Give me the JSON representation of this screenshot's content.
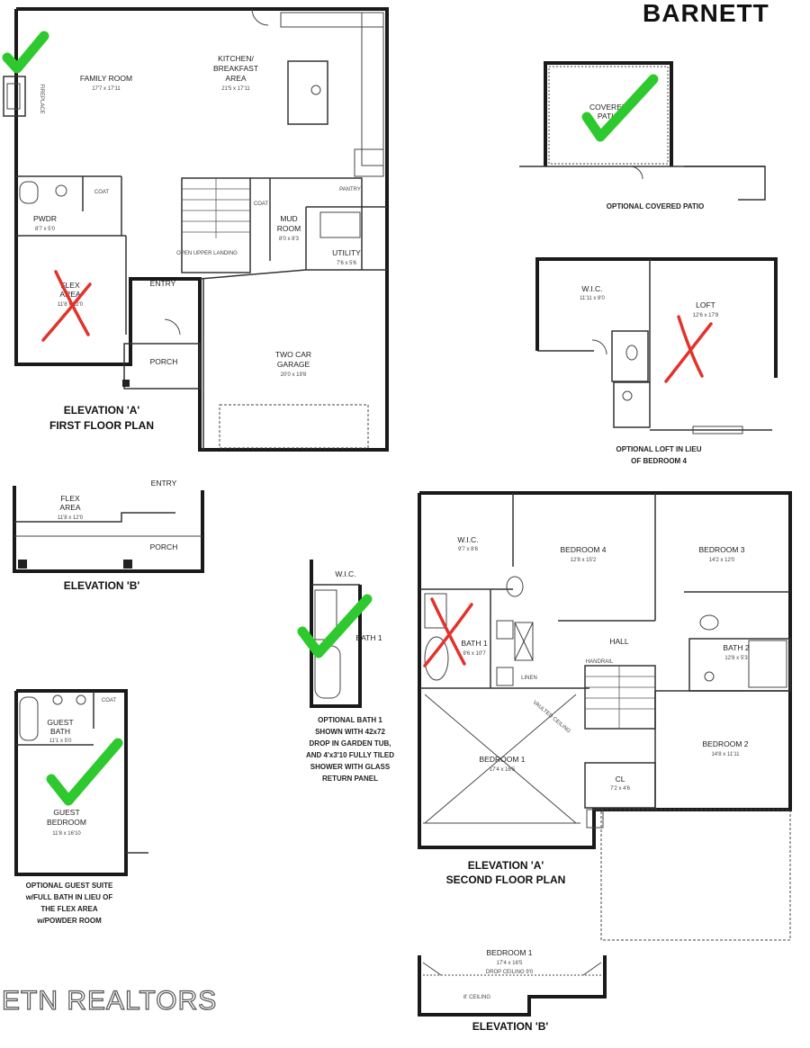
{
  "title": "BARNETT",
  "watermark": "ETN REALTORS",
  "first_floor": {
    "caption_line1": "ELEVATION 'A'",
    "caption_line2": "FIRST FLOOR PLAN",
    "rooms": {
      "family_room": "FAMILY ROOM",
      "family_room_dim": "17'7 x 17'11",
      "fireplace": "FIREPLACE",
      "kitchen_line1": "KITCHEN/",
      "kitchen_line2": "BREAKFAST",
      "kitchen_line3": "AREA",
      "kitchen_dim": "21'5 x 17'11",
      "closet": "COAT",
      "pwdr": "PWDR",
      "pwdr_dim": "8'7 x 5'0",
      "flex_line1": "FLEX",
      "flex_line2": "AREA",
      "flex_dim": "11'8 x 12'0",
      "entry": "ENTRY",
      "open_landing": "OPEN UPPER LANDING",
      "coat2": "COAT",
      "mud_line1": "MUD",
      "mud_line2": "ROOM",
      "mud_dim": "8'0 x 8'3",
      "pantry": "PANTRY",
      "utility": "UTILITY",
      "utility_dim": "7'6 x 5'6",
      "porch": "PORCH",
      "garage_line1": "TWO CAR",
      "garage_line2": "GARAGE",
      "garage_dim": "20'0 x 19'8"
    }
  },
  "covered_patio": {
    "label_line1": "COVERED",
    "label_line2": "PATIO",
    "caption": "OPTIONAL COVERED PATIO"
  },
  "loft_option": {
    "wic": "W.I.C.",
    "wic_dim": "11'11 x 8'0",
    "loft": "LOFT",
    "loft_dim": "12'6 x 17'8",
    "caption_line1": "OPTIONAL LOFT IN LIEU",
    "caption_line2": "OF BEDROOM 4"
  },
  "elevation_b_first": {
    "entry": "ENTRY",
    "flex_line1": "FLEX",
    "flex_line2": "AREA",
    "flex_dim": "11'8 x 12'0",
    "porch": "PORCH",
    "caption": "ELEVATION 'B'"
  },
  "bath_option": {
    "wic": "W.I.C.",
    "bath": "BATH 1",
    "caption_line1": "OPTIONAL BATH 1",
    "caption_line2": "SHOWN WITH 42x72",
    "caption_line3": "DROP IN GARDEN TUB,",
    "caption_line4": "AND 4'x3'10 FULLY TILED",
    "caption_line5": "SHOWER WITH GLASS",
    "caption_line6": "RETURN PANEL"
  },
  "guest_suite": {
    "coat": "COAT",
    "bath_line1": "GUEST",
    "bath_line2": "BATH",
    "bath_dim": "11'1 x 5'0",
    "bedroom_line1": "GUEST",
    "bedroom_line2": "BEDROOM",
    "bedroom_dim": "11'8 x 16'10",
    "caption_line1": "OPTIONAL GUEST SUITE",
    "caption_line2": "w/FULL BATH IN LIEU OF",
    "caption_line3": "THE FLEX AREA",
    "caption_line4": "w/POWDER ROOM"
  },
  "second_floor": {
    "caption_line1": "ELEVATION 'A'",
    "caption_line2": "SECOND FLOOR PLAN",
    "rooms": {
      "wic": "W.I.C.",
      "wic_dim": "9'7 x 8'6",
      "bedroom4": "BEDROOM 4",
      "bedroom4_dim": "12'8 x 15'2",
      "bedroom3": "BEDROOM 3",
      "bedroom3_dim": "14'2 x 12'0",
      "bath1": "BATH 1",
      "bath1_dim": "9'6 x 10'7",
      "hall": "HALL",
      "bath2": "BATH 2",
      "bath2_dim": "12'8 x 5'3",
      "bedroom1": "BEDROOM 1",
      "bedroom1_dim": "17'4 x 16'5",
      "bedroom2": "BEDROOM 2",
      "bedroom2_dim": "14'8 x 11'11",
      "cl": "CL",
      "cl_dim": "7'2 x 4'6",
      "linen": "LINEN",
      "handrail": "HANDRAIL",
      "vaulted": "VAULTED CEILING"
    }
  },
  "elevation_b_second": {
    "bedroom": "BEDROOM 1",
    "bedroom_dim": "17'4 x 16'5",
    "ceiling_note": "DROP CEILING 9'0",
    "ceiling2": "8' CEILING",
    "caption": "ELEVATION 'B'"
  },
  "colors": {
    "check": "#2ec92e",
    "xmark": "#e2332b",
    "wall": "#1a1a1a"
  }
}
